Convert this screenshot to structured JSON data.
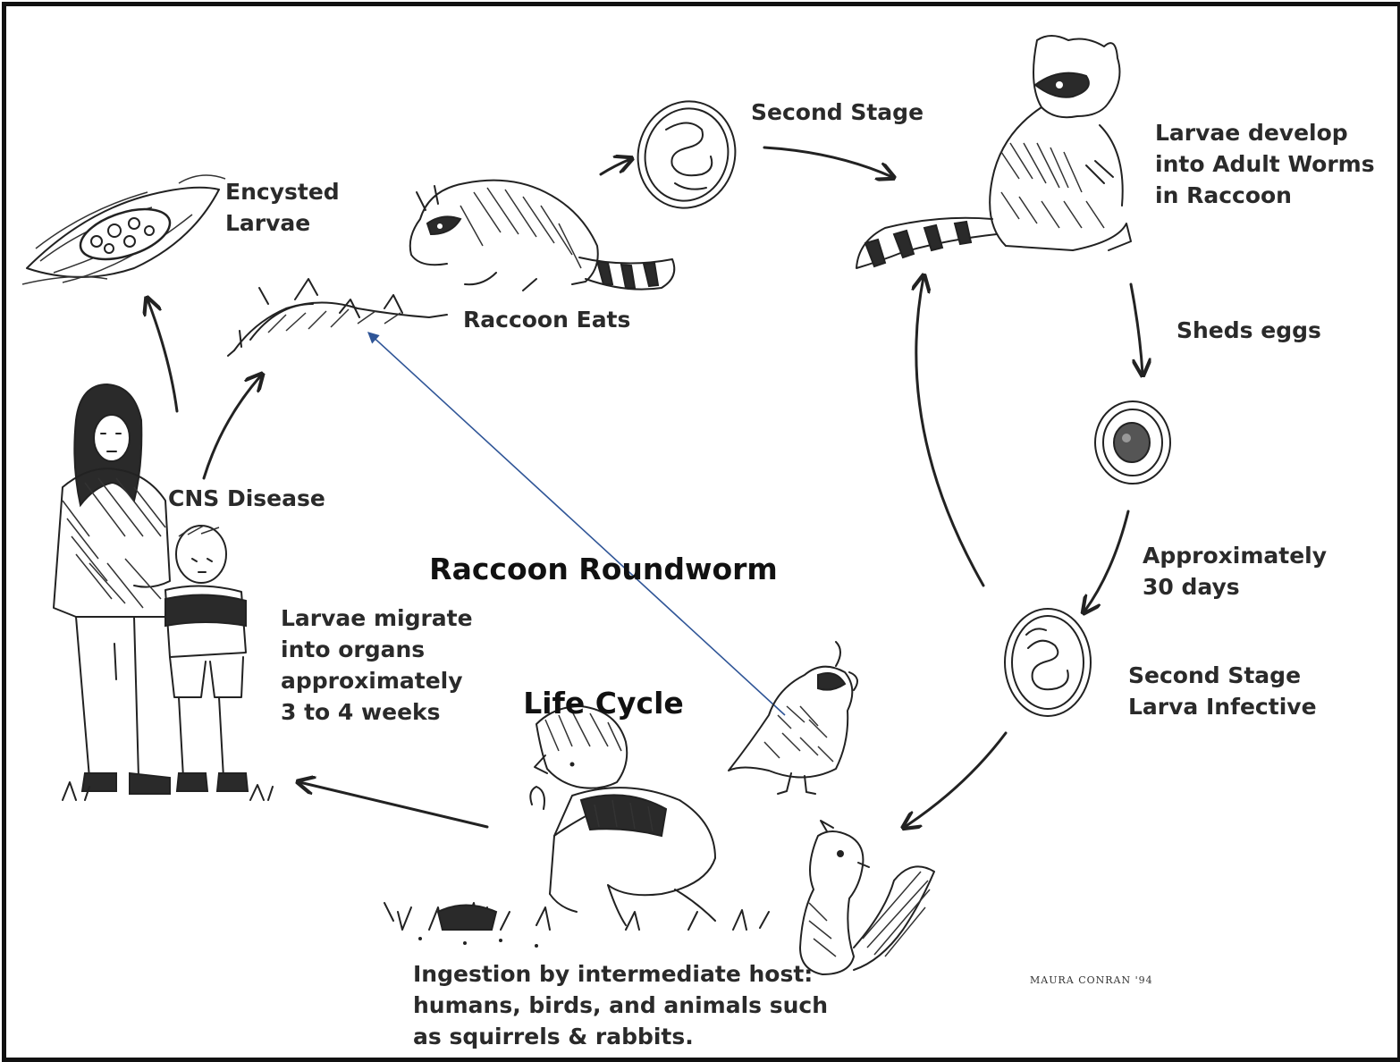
{
  "title": {
    "line1": "Raccoon Roundworm",
    "line2": "Life Cycle"
  },
  "labels": {
    "second_stage_top": "Second Stage",
    "larvae_develop": "Larvae develop\ninto Adult Worms\nin Raccoon",
    "sheds_eggs": "Sheds eggs",
    "approximately_30_days": "Approximately\n30 days",
    "second_stage_larva_infective": "Second Stage\nLarva Infective",
    "ingestion": "Ingestion by intermediate host:\nhumans, birds, and animals such\nas squirrels & rabbits.",
    "larvae_migrate": "Larvae migrate\ninto organs\napproximately\n3 to 4 weeks",
    "cns_disease": "CNS Disease",
    "encysted_larvae": "Encysted\nLarvae",
    "raccoon_eats": "Raccoon Eats"
  },
  "signature": "MAURA CONRAN '94",
  "icons": [
    "encysted-larvae-tissue-icon",
    "raccoon-eating-icon",
    "prey-carcass-icon",
    "egg-second-stage-icon",
    "raccoon-sitting-icon",
    "egg-shed-icon",
    "egg-infective-icon",
    "squirrel-icon",
    "quail-icon",
    "child-ingesting-icon",
    "woman-and-child-icon"
  ],
  "colors": {
    "ink": "#222222",
    "frame": "#111111",
    "pointer_line": "#2f5597"
  }
}
